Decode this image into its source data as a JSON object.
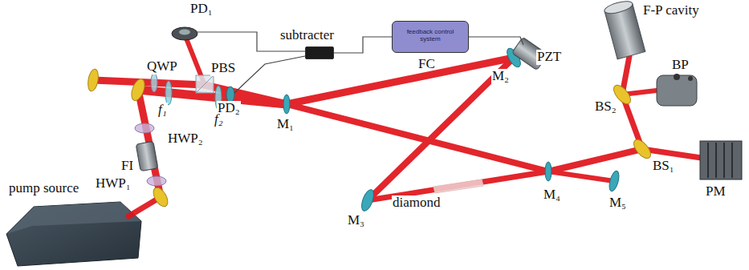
{
  "diagram": {
    "nodes": [
      {
        "text": [
          "subtracter"
        ]
      },
      {
        "text": [
          "feedback control system",
          "FC"
        ]
      }
    ],
    "edges": [
      {
        "from": 0,
        "to": 1,
        "arrow": "none"
      }
    ],
    "labels": [
      "PD₁",
      "QWP",
      "PBS",
      "PD₂",
      "F-P cavity",
      "PZT",
      "M₂",
      "BS₂",
      "BP",
      "f₁",
      "f₂",
      "HWP₂",
      "M₁",
      "FI",
      "HWP₁",
      "pump source",
      "M₃",
      "diamond",
      "M₄",
      "M₅",
      "BS₁",
      "PM"
    ]
  }
}
